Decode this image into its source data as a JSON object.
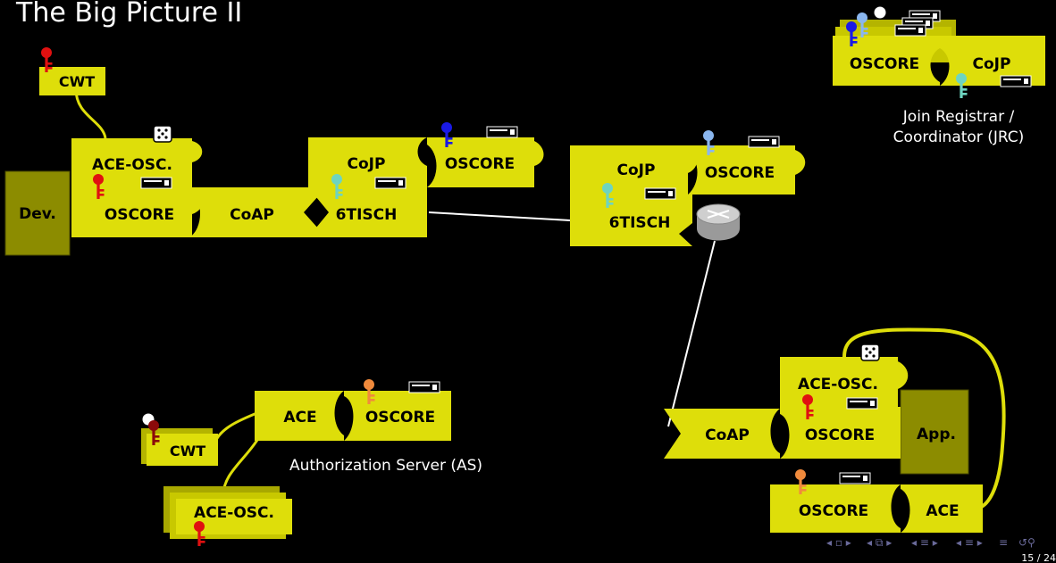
{
  "title": "The Big Picture II",
  "colors": {
    "background": "#000000",
    "block": "#dede0a",
    "block_dark": "#8c8c00",
    "key_red": "#e01010",
    "key_dark_red": "#8b0a0a",
    "key_blue": "#1a1ae6",
    "key_light_blue": "#8ab6ee",
    "key_teal": "#6ed4c0",
    "key_orange": "#f08a3c",
    "link_line": "#ffffff",
    "link_yellow": "#dede0a"
  },
  "device": {
    "stack": [
      "CWT",
      "ACE-OSC.",
      "OSCORE",
      "CoAP",
      "6TISCH"
    ],
    "upper": [
      "CoJP",
      "OSCORE"
    ],
    "node_label": "Dev."
  },
  "relay": {
    "upper": [
      "CoJP",
      "OSCORE"
    ],
    "lower": "6TISCH",
    "router_icon": "router-icon"
  },
  "jrc": {
    "blocks": [
      "OSCORE",
      "CoJP"
    ],
    "caption_line1": "Join Registrar /",
    "caption_line2": "Coordinator (JRC)"
  },
  "as": {
    "blocks": [
      "ACE",
      "OSCORE"
    ],
    "cwt": "CWT",
    "ace_osc": "ACE-OSC.",
    "caption": "Authorization Server (AS)"
  },
  "app": {
    "ace_osc": "ACE-OSC.",
    "row": [
      "CoAP",
      "OSCORE"
    ],
    "node_label": "App.",
    "bottom": [
      "OSCORE",
      "ACE"
    ]
  },
  "nav": {
    "icons": [
      "nav-left-icon",
      "nav-frame-icon",
      "nav-right-icon",
      "nav-section-icon",
      "nav-subsection-icon",
      "nav-menu-icon",
      "nav-search-icon"
    ],
    "page": "15 / 24"
  }
}
